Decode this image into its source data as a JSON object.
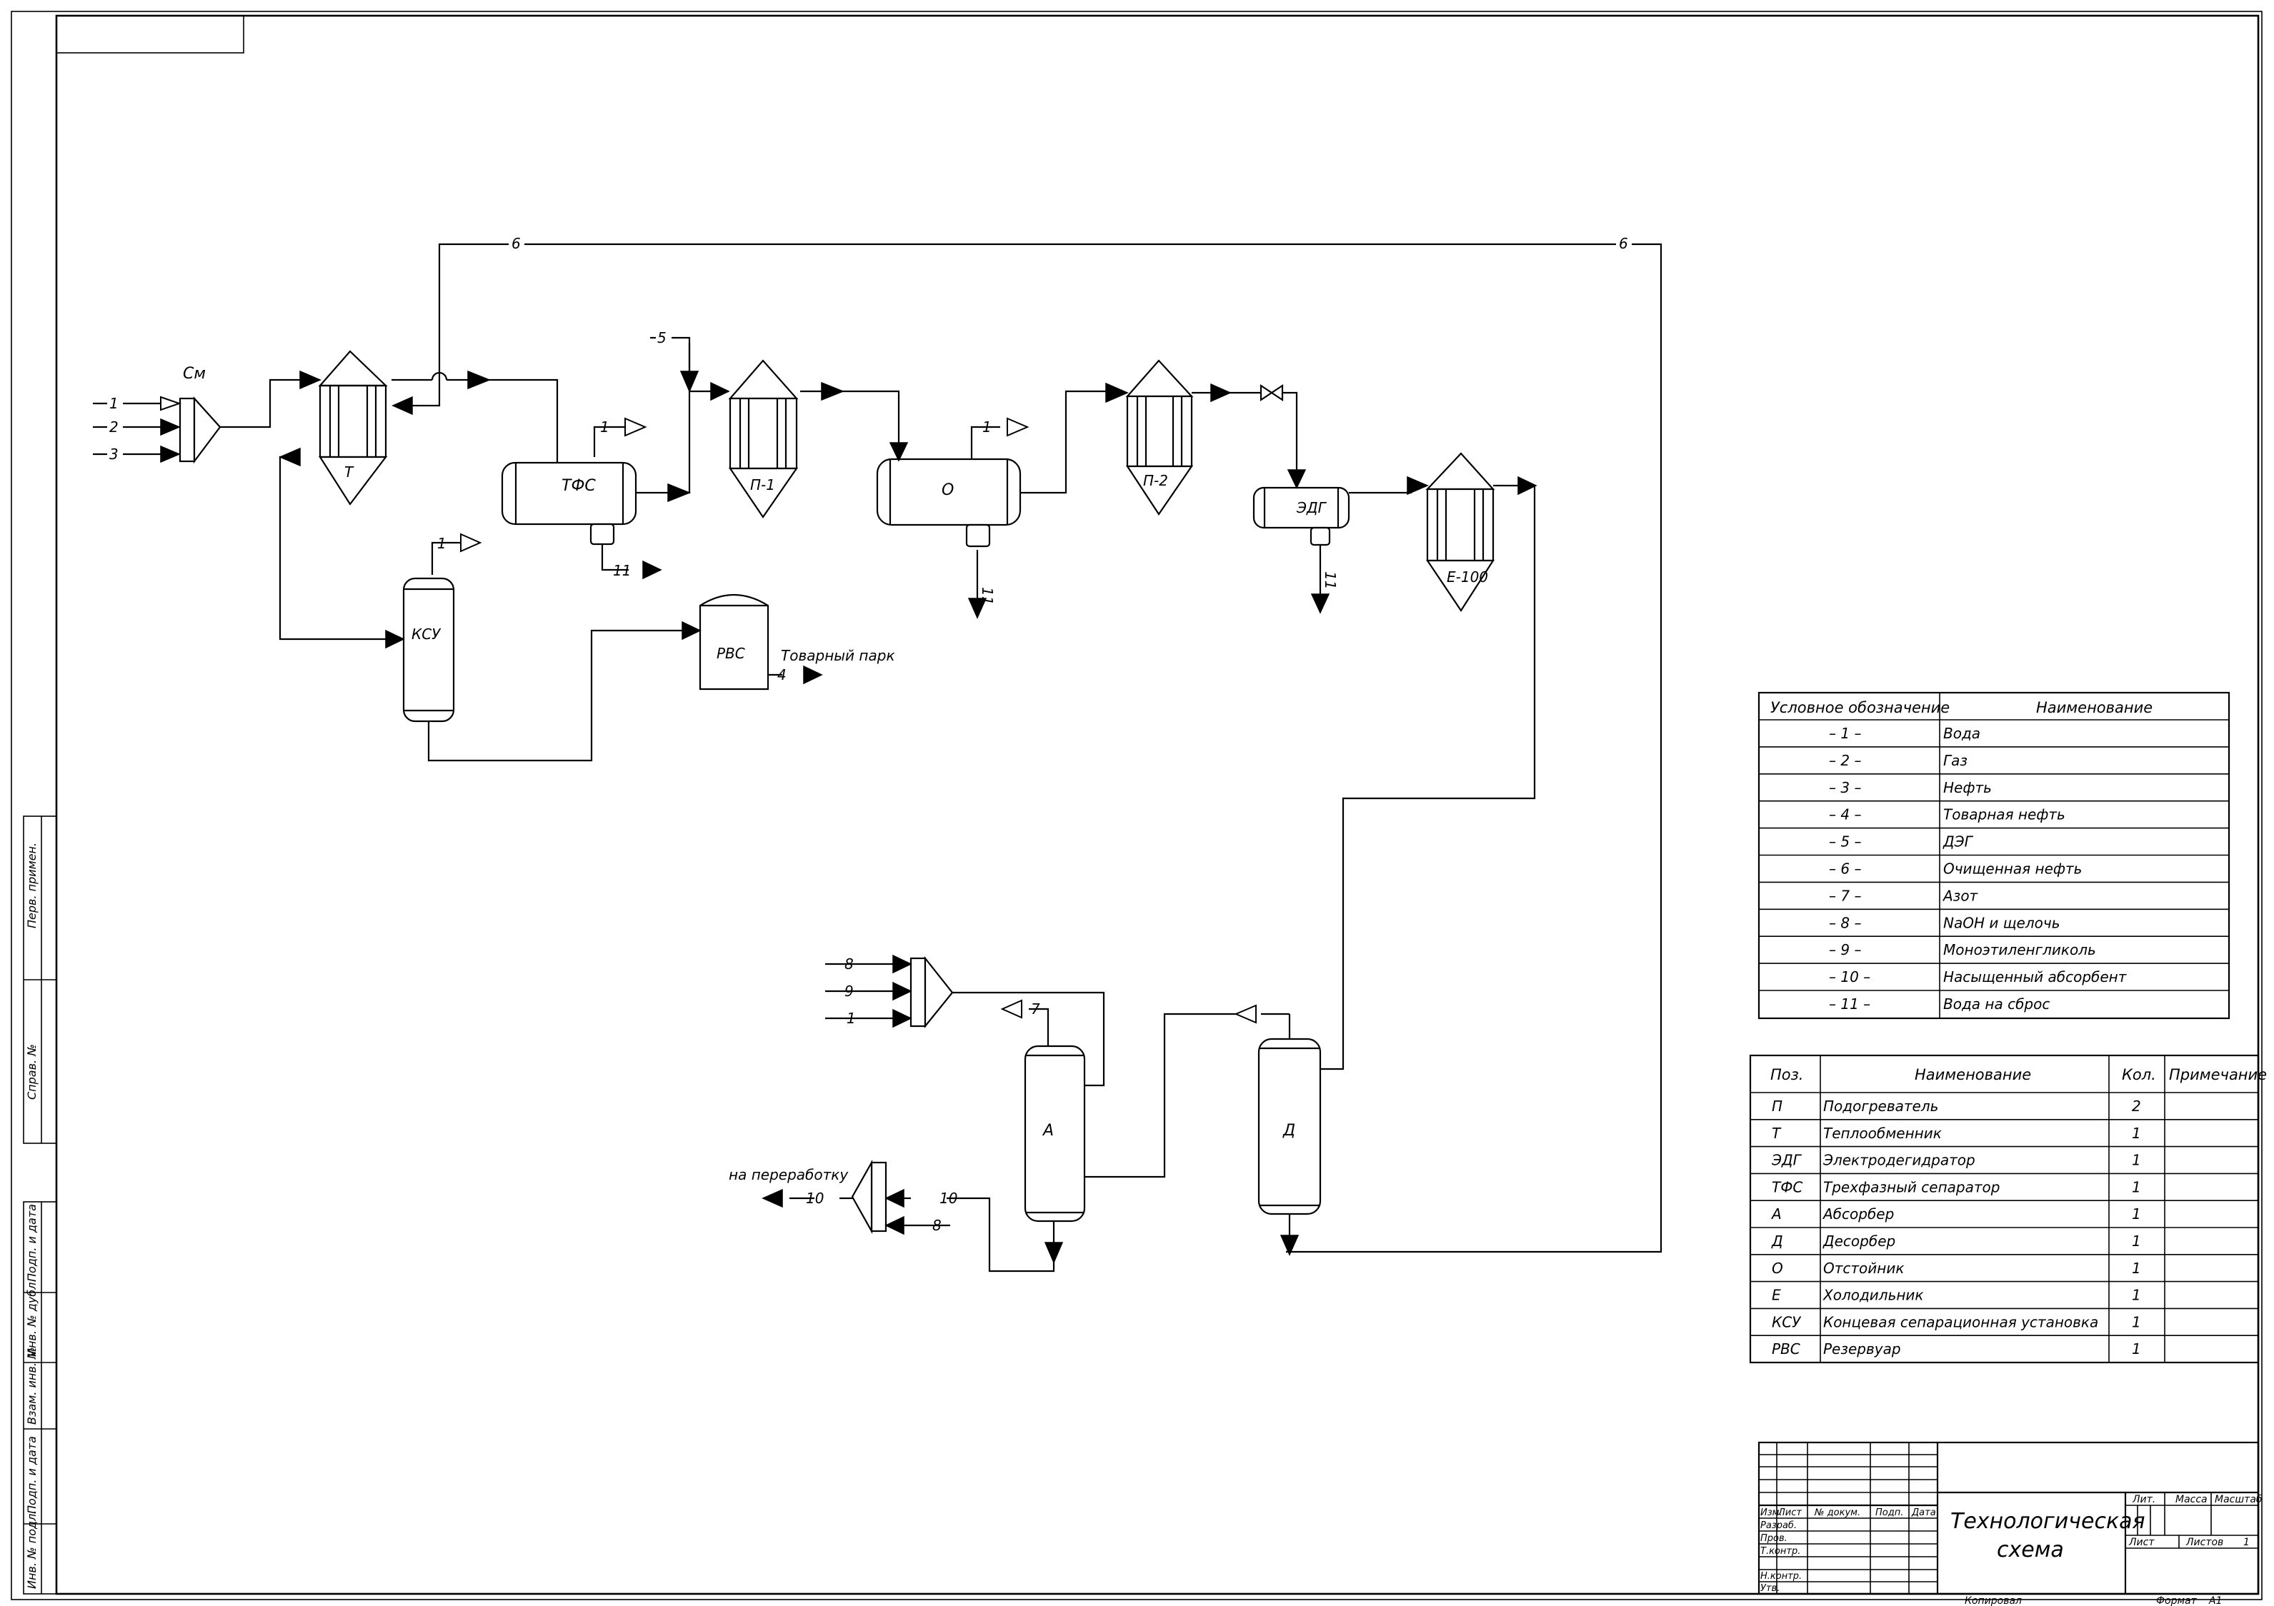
{
  "equipment": {
    "sm": "См",
    "t": "Т",
    "tfs": "ТФС",
    "p1": "П-1",
    "o": "О",
    "p2": "П-2",
    "edg": "ЭДГ",
    "e100": "Е-100",
    "ksu": "КСУ",
    "rvs": "РВС",
    "a": "А",
    "d": "Д"
  },
  "flows": {
    "n1": "1",
    "n2": "2",
    "n3": "3",
    "n4": "4",
    "n5": "5",
    "n6": "6",
    "n7": "7",
    "n8": "8",
    "n9": "9",
    "n10": "10",
    "n11": "11"
  },
  "annotations": {
    "tovarny_park": "Товарный парк",
    "na_pererabotku": "на переработку"
  },
  "legend": {
    "header_symbol": "Условное обозначение",
    "header_name": "Наименование",
    "rows": [
      {
        "code": "– 1 –",
        "name": "Вода"
      },
      {
        "code": "– 2 –",
        "name": "Газ"
      },
      {
        "code": "– 3 –",
        "name": "Нефть"
      },
      {
        "code": "– 4 –",
        "name": "Товарная нефть"
      },
      {
        "code": "– 5 –",
        "name": "ДЭГ"
      },
      {
        "code": "– 6 –",
        "name": "Очищенная нефть"
      },
      {
        "code": "– 7 –",
        "name": "Азот"
      },
      {
        "code": "– 8 –",
        "name": "NaOH и щелочь"
      },
      {
        "code": "– 9 –",
        "name": "Моноэтиленгликоль"
      },
      {
        "code": "– 10 –",
        "name": "Насыщенный абсорбент"
      },
      {
        "code": "– 11 –",
        "name": "Вода на сброс"
      }
    ]
  },
  "spec": {
    "headers": {
      "pos": "Поз.",
      "name": "Наименование",
      "qty": "Кол.",
      "note": "Примечание"
    },
    "rows": [
      {
        "pos": "П",
        "name": "Подогреватель",
        "qty": "2"
      },
      {
        "pos": "Т",
        "name": "Теплообменник",
        "qty": "1"
      },
      {
        "pos": "ЭДГ",
        "name": "Электродегидратор",
        "qty": "1"
      },
      {
        "pos": "ТФС",
        "name": "Трехфазный сепаратор",
        "qty": "1"
      },
      {
        "pos": "А",
        "name": "Абсорбер",
        "qty": "1"
      },
      {
        "pos": "Д",
        "name": "Десорбер",
        "qty": "1"
      },
      {
        "pos": "О",
        "name": "Отстойник",
        "qty": "1"
      },
      {
        "pos": "Е",
        "name": "Холодильник",
        "qty": "1"
      },
      {
        "pos": "КСУ",
        "name": "Концевая сепарационная установка",
        "qty": "1"
      },
      {
        "pos": "РВС",
        "name": "Резервуар",
        "qty": "1"
      }
    ]
  },
  "title_block": {
    "title_line1": "Технологическая",
    "title_line2": "схема",
    "izm": "Изм.",
    "list": "Лист",
    "ndoc": "№ докум.",
    "podp": "Подп.",
    "data": "Дата",
    "razrab": "Разраб.",
    "prov": "Пров.",
    "tkontr": "Т.контр.",
    "nkontr": "Н.контр.",
    "utv": "Утв.",
    "lit": "Лит.",
    "massa": "Масса",
    "masshtab": "Масштаб",
    "list2": "Лист",
    "listov": "Листов",
    "listov_val": "1",
    "kopiroval": "Копировал",
    "format": "Формат",
    "format_val": "А1"
  },
  "side_stamps": {
    "perv_primen": "Перв. примен.",
    "sprav": "Справ. №",
    "podp_data1": "Подп. и дата",
    "inv_dubl": "Инв. № дубл.",
    "vzam_inv": "Взам. инв. №",
    "podp_data2": "Подп. и дата",
    "inv_podl": "Инв. № подл."
  }
}
